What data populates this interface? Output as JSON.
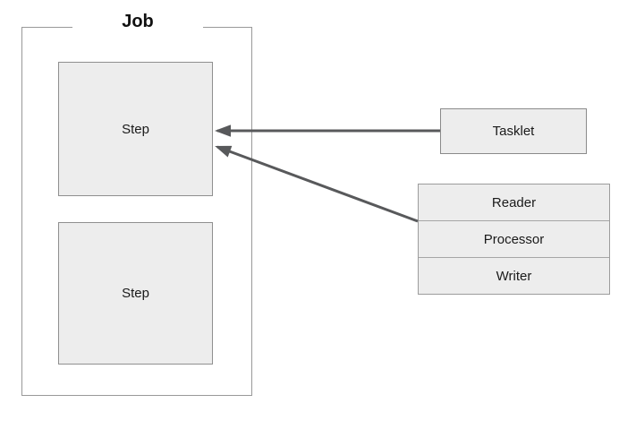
{
  "diagram": {
    "job": {
      "label": "Job",
      "steps": [
        {
          "label": "Step"
        },
        {
          "label": "Step"
        }
      ]
    },
    "tasklet": {
      "label": "Tasklet"
    },
    "chunk_stack": {
      "items": [
        {
          "label": "Reader"
        },
        {
          "label": "Processor"
        },
        {
          "label": "Writer"
        }
      ]
    },
    "connections": [
      {
        "from": "Tasklet",
        "to": "Step (top)",
        "style": "solid-arrow"
      },
      {
        "from": "Reader/Processor/Writer stack",
        "to": "Step (top)",
        "style": "solid-arrow"
      }
    ],
    "colors": {
      "background": "#ffffff",
      "box_fill": "#ededed",
      "box_border": "#8f8f8f",
      "frame_border": "#999999",
      "arrow": "#58595b",
      "text": "#1a1a1a"
    }
  }
}
